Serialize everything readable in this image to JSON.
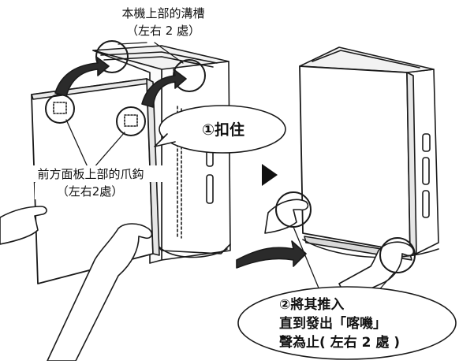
{
  "labels": {
    "top_groove": "本機上部的溝槽",
    "top_groove_note": "（左右 2 處）",
    "front_hooks": "前方面板上部的爪鈎",
    "front_hooks_note": "（左右2處）",
    "step1": "①扣住",
    "step2_line1": "②將其推入",
    "step2_line2": "直到發出「喀嘰」",
    "step2_line3": "聲為止( 左右 2 處 )"
  },
  "colors": {
    "line": "#1a1a1a",
    "panel_fill": "#ffffff",
    "shade": "#d9d9d9",
    "arrow": "#2b2b2b"
  }
}
